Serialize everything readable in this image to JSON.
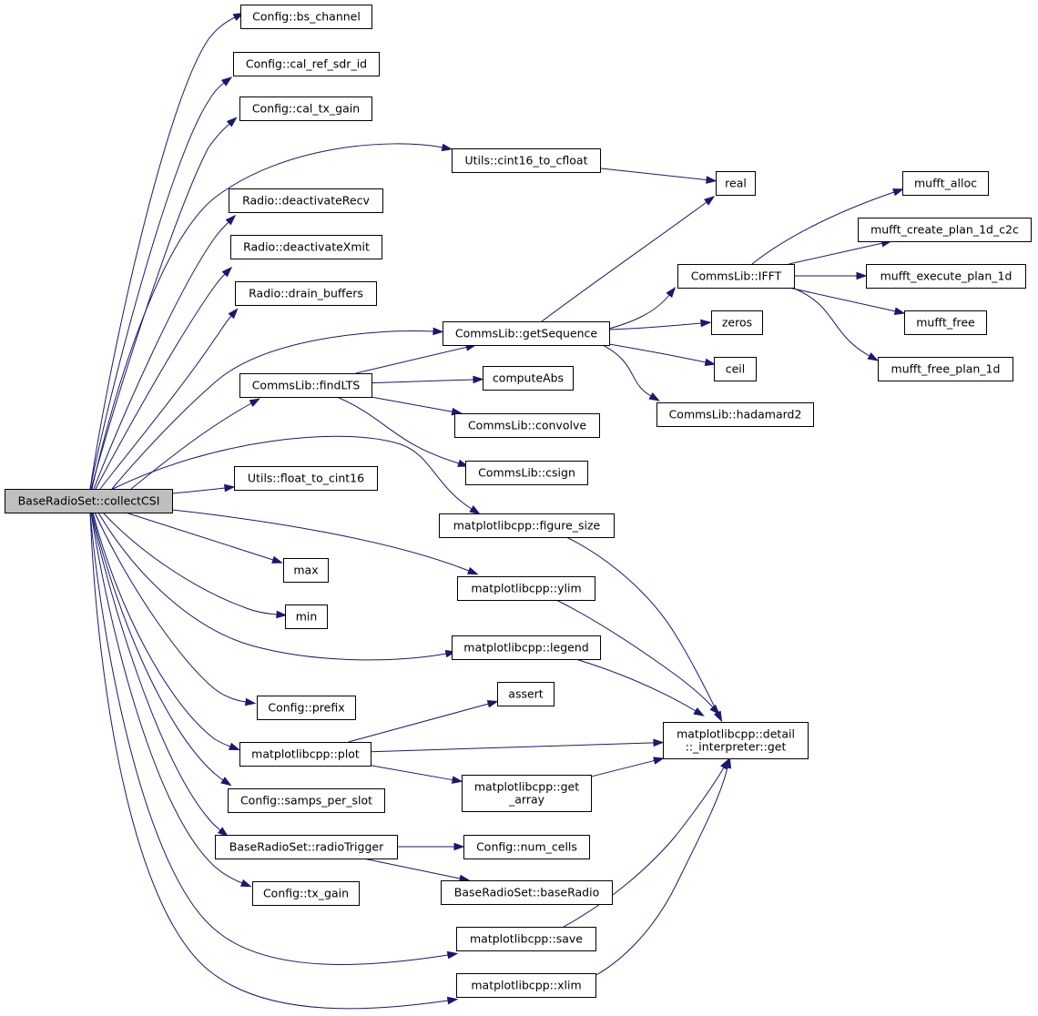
{
  "graph": {
    "nodes": [
      {
        "id": "root",
        "label": [
          "BaseRadioSet::collectCSI"
        ],
        "root": true
      },
      {
        "id": "bs_channel",
        "label": [
          "Config::bs_channel"
        ]
      },
      {
        "id": "cal_ref_sdr_id",
        "label": [
          "Config::cal_ref_sdr_id"
        ]
      },
      {
        "id": "cal_tx_gain",
        "label": [
          "Config::cal_tx_gain"
        ]
      },
      {
        "id": "cint16",
        "label": [
          "Utils::cint16_to_cfloat"
        ]
      },
      {
        "id": "real",
        "label": [
          "real"
        ]
      },
      {
        "id": "deactRecv",
        "label": [
          "Radio::deactivateRecv"
        ]
      },
      {
        "id": "deactXmit",
        "label": [
          "Radio::deactivateXmit"
        ]
      },
      {
        "id": "drain",
        "label": [
          "Radio::drain_buffers"
        ]
      },
      {
        "id": "getSeq",
        "label": [
          "CommsLib::getSequence"
        ]
      },
      {
        "id": "findLTS",
        "label": [
          "CommsLib::findLTS"
        ]
      },
      {
        "id": "computeAbs",
        "label": [
          "computeAbs"
        ]
      },
      {
        "id": "convolve",
        "label": [
          "CommsLib::convolve"
        ]
      },
      {
        "id": "csign",
        "label": [
          "CommsLib::csign"
        ]
      },
      {
        "id": "IFFT",
        "label": [
          "CommsLib::IFFT"
        ]
      },
      {
        "id": "zeros",
        "label": [
          "zeros"
        ]
      },
      {
        "id": "ceil",
        "label": [
          "ceil"
        ]
      },
      {
        "id": "hadamard2",
        "label": [
          "CommsLib::hadamard2"
        ]
      },
      {
        "id": "mufft_alloc",
        "label": [
          "mufft_alloc"
        ]
      },
      {
        "id": "mufft_create",
        "label": [
          "mufft_create_plan_1d_c2c"
        ]
      },
      {
        "id": "mufft_exec",
        "label": [
          "mufft_execute_plan_1d"
        ]
      },
      {
        "id": "mufft_free",
        "label": [
          "mufft_free"
        ]
      },
      {
        "id": "mufft_free_plan",
        "label": [
          "mufft_free_plan_1d"
        ]
      },
      {
        "id": "float_to_cint16",
        "label": [
          "Utils::float_to_cint16"
        ]
      },
      {
        "id": "figure_size",
        "label": [
          "matplotlibcpp::figure_size"
        ]
      },
      {
        "id": "max",
        "label": [
          "max"
        ]
      },
      {
        "id": "ylim",
        "label": [
          "matplotlibcpp::ylim"
        ]
      },
      {
        "id": "min",
        "label": [
          "min"
        ]
      },
      {
        "id": "legend",
        "label": [
          "matplotlibcpp::legend"
        ]
      },
      {
        "id": "assert",
        "label": [
          "assert"
        ]
      },
      {
        "id": "prefix",
        "label": [
          "Config::prefix"
        ]
      },
      {
        "id": "plot",
        "label": [
          "matplotlibcpp::plot"
        ]
      },
      {
        "id": "interp",
        "label": [
          "matplotlibcpp::detail",
          "::_interpreter::get"
        ]
      },
      {
        "id": "get_array",
        "label": [
          "matplotlibcpp::get",
          "_array"
        ]
      },
      {
        "id": "samps",
        "label": [
          "Config::samps_per_slot"
        ]
      },
      {
        "id": "radioTrigger",
        "label": [
          "BaseRadioSet::radioTrigger"
        ]
      },
      {
        "id": "num_cells",
        "label": [
          "Config::num_cells"
        ]
      },
      {
        "id": "baseRadio",
        "label": [
          "BaseRadioSet::baseRadio"
        ]
      },
      {
        "id": "tx_gain",
        "label": [
          "Config::tx_gain"
        ]
      },
      {
        "id": "save",
        "label": [
          "matplotlibcpp::save"
        ]
      },
      {
        "id": "xlim",
        "label": [
          "matplotlibcpp::xlim"
        ]
      }
    ],
    "edges": [
      {
        "from": "root",
        "to": "bs_channel"
      },
      {
        "from": "root",
        "to": "cal_ref_sdr_id"
      },
      {
        "from": "root",
        "to": "cal_tx_gain"
      },
      {
        "from": "root",
        "to": "cint16"
      },
      {
        "from": "root",
        "to": "deactRecv"
      },
      {
        "from": "root",
        "to": "deactXmit"
      },
      {
        "from": "root",
        "to": "drain"
      },
      {
        "from": "root",
        "to": "getSeq"
      },
      {
        "from": "root",
        "to": "findLTS"
      },
      {
        "from": "root",
        "to": "float_to_cint16"
      },
      {
        "from": "root",
        "to": "figure_size"
      },
      {
        "from": "root",
        "to": "max"
      },
      {
        "from": "root",
        "to": "ylim"
      },
      {
        "from": "root",
        "to": "min"
      },
      {
        "from": "root",
        "to": "legend"
      },
      {
        "from": "root",
        "to": "prefix"
      },
      {
        "from": "root",
        "to": "plot"
      },
      {
        "from": "root",
        "to": "samps"
      },
      {
        "from": "root",
        "to": "radioTrigger"
      },
      {
        "from": "root",
        "to": "tx_gain"
      },
      {
        "from": "root",
        "to": "save"
      },
      {
        "from": "root",
        "to": "xlim"
      },
      {
        "from": "cint16",
        "to": "real"
      },
      {
        "from": "getSeq",
        "to": "real"
      },
      {
        "from": "getSeq",
        "to": "IFFT"
      },
      {
        "from": "getSeq",
        "to": "zeros"
      },
      {
        "from": "getSeq",
        "to": "ceil"
      },
      {
        "from": "getSeq",
        "to": "hadamard2"
      },
      {
        "from": "IFFT",
        "to": "mufft_alloc"
      },
      {
        "from": "IFFT",
        "to": "mufft_create"
      },
      {
        "from": "IFFT",
        "to": "mufft_exec"
      },
      {
        "from": "IFFT",
        "to": "mufft_free"
      },
      {
        "from": "IFFT",
        "to": "mufft_free_plan"
      },
      {
        "from": "findLTS",
        "to": "getSeq"
      },
      {
        "from": "findLTS",
        "to": "computeAbs"
      },
      {
        "from": "findLTS",
        "to": "convolve"
      },
      {
        "from": "findLTS",
        "to": "csign"
      },
      {
        "from": "figure_size",
        "to": "interp"
      },
      {
        "from": "ylim",
        "to": "interp"
      },
      {
        "from": "legend",
        "to": "interp"
      },
      {
        "from": "plot",
        "to": "assert"
      },
      {
        "from": "plot",
        "to": "interp"
      },
      {
        "from": "plot",
        "to": "get_array"
      },
      {
        "from": "get_array",
        "to": "interp"
      },
      {
        "from": "radioTrigger",
        "to": "num_cells"
      },
      {
        "from": "radioTrigger",
        "to": "baseRadio"
      },
      {
        "from": "save",
        "to": "interp"
      },
      {
        "from": "xlim",
        "to": "interp"
      }
    ]
  }
}
